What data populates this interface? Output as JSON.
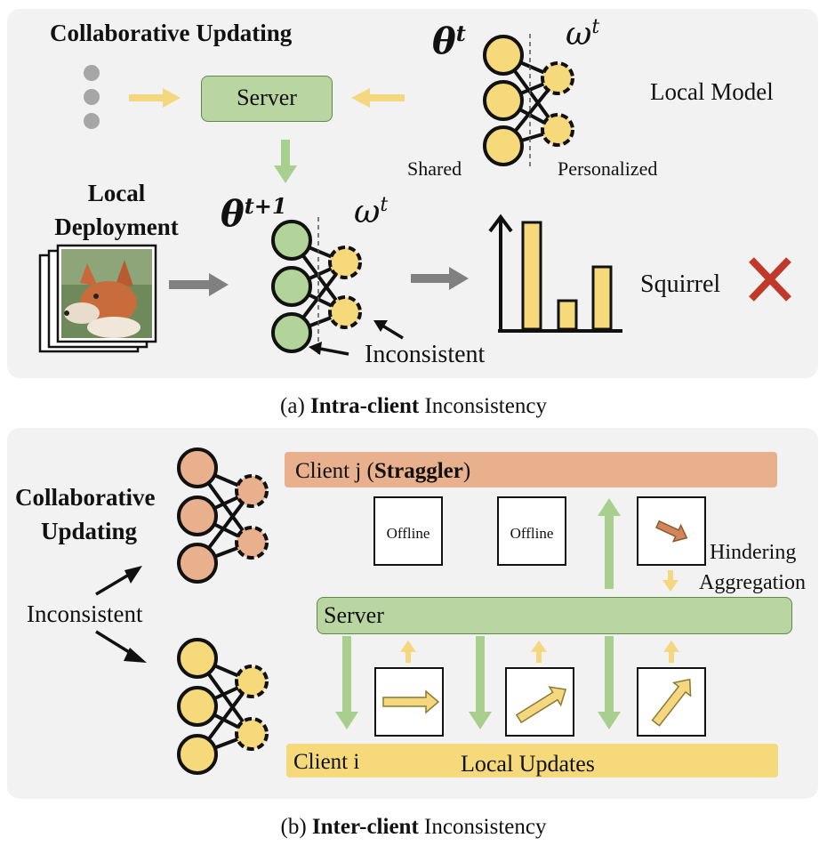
{
  "panel_a": {
    "title": "Collaborative Updating",
    "server_label": "Server",
    "theta_t": "θ",
    "theta_t_sup": "t",
    "omega_t": "ω",
    "omega_t_sup": "t",
    "local_model": "Local Model",
    "shared": "Shared",
    "personalized": "Personalized",
    "local_deployment_line1": "Local",
    "local_deployment_line2": "Deployment",
    "theta_t1": "θ",
    "theta_t1_sup": "t+1",
    "omega_t_b": "ω",
    "omega_t_b_sup": "t",
    "prediction": "Squirrel",
    "inconsistent": "Inconsistent",
    "caption_prefix": "(a) ",
    "caption_bold": "Intra-client",
    "caption_suffix": " Inconsistency"
  },
  "panel_b": {
    "collab_line1": "Collaborative",
    "collab_line2": "Updating",
    "inconsistent": "Inconsistent",
    "client_j_prefix": "Client j (",
    "client_j_bold": "Straggler",
    "client_j_suffix": ")",
    "offline_1": "Offline",
    "offline_2": "Offline",
    "hindering_line1": "Hindering",
    "hindering_line2": "Aggregation",
    "server_label": "Server",
    "client_i": "Client i",
    "local_updates": "Local Updates",
    "caption_prefix": "(b) ",
    "caption_bold": "Inter-client",
    "caption_suffix": " Inconsistency"
  },
  "colors": {
    "panel_bg": "#f2f2f2",
    "neuron_yellow": "#f5d97a",
    "neuron_green": "#b2d49a",
    "neuron_orange": "#e8b08c",
    "server_green": "#b9d5a2",
    "client_j_bar": "#e8b08c",
    "client_i_bar": "#f5d97a",
    "arrow_yellow": "#f5d77f",
    "arrow_green": "#a9cf8f",
    "arrow_gray": "#808080",
    "cross_red": "#c0392b"
  }
}
